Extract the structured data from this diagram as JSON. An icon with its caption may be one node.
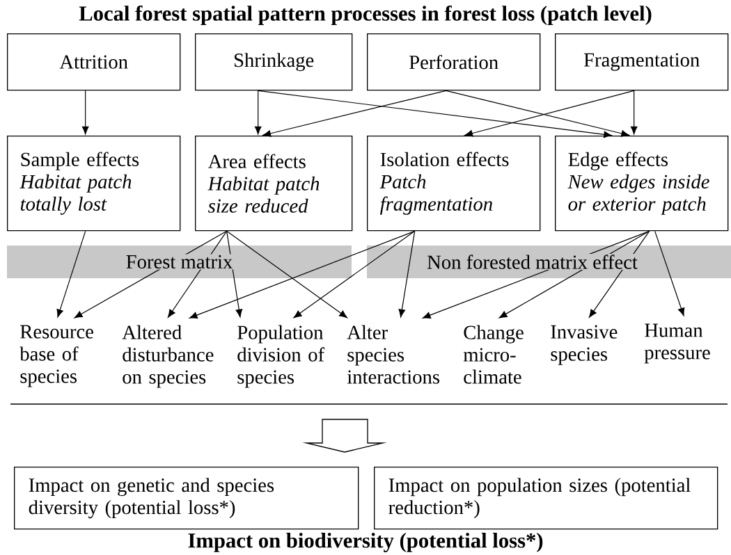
{
  "diagram": {
    "title": "Local forest spatial pattern processes in forest loss (patch level)",
    "caption": "Impact on biodiversity (potential loss*)",
    "nodes": [
      {
        "text": [
          "Attrition"
        ]
      },
      {
        "text": [
          "Shrinkage"
        ]
      },
      {
        "text": [
          "Perforation"
        ]
      },
      {
        "text": [
          "Fragmentation"
        ]
      },
      {
        "text": [
          "Sample effects",
          "Habitat patch totally lost"
        ]
      },
      {
        "text": [
          "Area effects",
          "Habitat patch size reduced"
        ]
      },
      {
        "text": [
          "Isolation effects",
          "Patch fragmentation"
        ]
      },
      {
        "text": [
          "Edge effects",
          "New edges inside or exterior patch"
        ]
      },
      {
        "text": [
          "Resource base of species"
        ]
      },
      {
        "text": [
          "Altered disturbance on species"
        ]
      },
      {
        "text": [
          "Population division of species"
        ]
      },
      {
        "text": [
          "Alter species interactions"
        ]
      },
      {
        "text": [
          "Change micro-climate"
        ]
      },
      {
        "text": [
          "Invasive species"
        ]
      },
      {
        "text": [
          "Human pressure"
        ]
      },
      {
        "text": [
          "Impact on genetic and species diversity (potential loss*)"
        ]
      },
      {
        "text": [
          "Impact on population sizes (potential reduction*)"
        ]
      }
    ],
    "labels": [
      "Forest matrix",
      "Non forested matrix effect"
    ],
    "edges": [
      {
        "from": 0,
        "to": 4,
        "arrow": "to"
      },
      {
        "from": 1,
        "to": 5,
        "arrow": "to"
      },
      {
        "from": 1,
        "to": 7,
        "arrow": "to"
      },
      {
        "from": 2,
        "to": 5,
        "arrow": "to"
      },
      {
        "from": 2,
        "to": 7,
        "arrow": "to"
      },
      {
        "from": 3,
        "to": 6,
        "arrow": "to"
      },
      {
        "from": 3,
        "to": 7,
        "arrow": "to"
      },
      {
        "from": 4,
        "to": 8,
        "arrow": "to"
      },
      {
        "from": 5,
        "to": 8,
        "arrow": "to"
      },
      {
        "from": 5,
        "to": 9,
        "arrow": "to"
      },
      {
        "from": 5,
        "to": 10,
        "arrow": "to"
      },
      {
        "from": 5,
        "to": 11,
        "arrow": "to"
      },
      {
        "from": 6,
        "to": 9,
        "arrow": "to"
      },
      {
        "from": 6,
        "to": 10,
        "arrow": "to"
      },
      {
        "from": 6,
        "to": 11,
        "arrow": "to"
      },
      {
        "from": 7,
        "to": 11,
        "arrow": "to"
      },
      {
        "from": 7,
        "to": 12,
        "arrow": "to"
      },
      {
        "from": 7,
        "to": 13,
        "arrow": "to"
      },
      {
        "from": 7,
        "to": 14,
        "arrow": "to"
      }
    ]
  }
}
